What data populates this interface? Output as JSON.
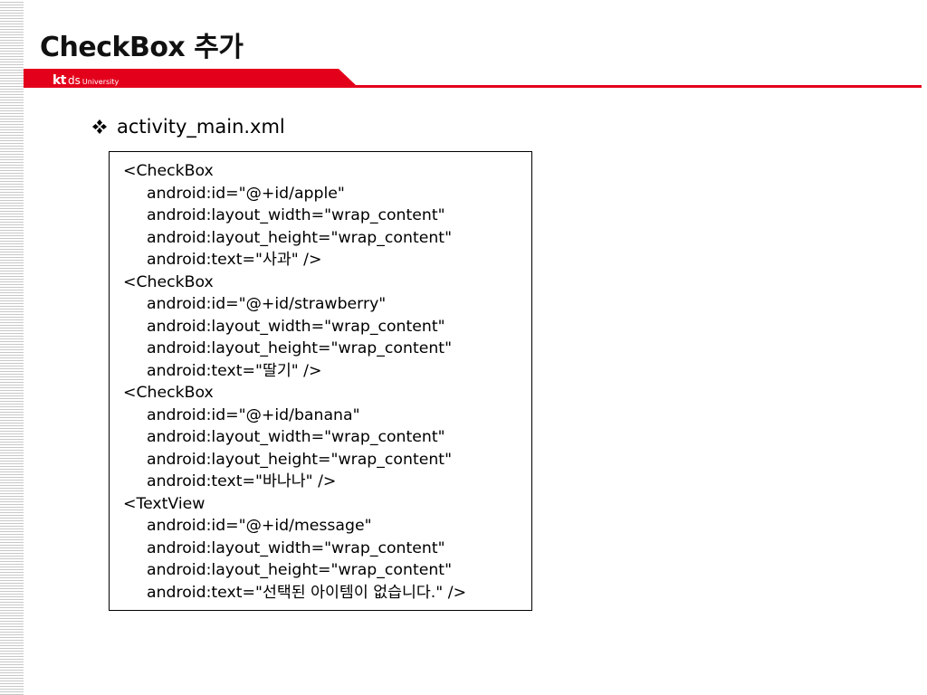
{
  "slide": {
    "title": "CheckBox 추가",
    "logo": {
      "kt": "kt",
      "ds": "ds",
      "university": "University"
    },
    "colors": {
      "brand_red": "#e3001b",
      "text": "#000000",
      "stripe": "#c8c8c8"
    },
    "bullet": {
      "icon": "diamond-bullet-icon",
      "text": "activity_main.xml"
    },
    "code_lines": [
      {
        "text": "<CheckBox",
        "indent": false
      },
      {
        "text": "android:id=\"@+id/apple\"",
        "indent": true
      },
      {
        "text": "android:layout_width=\"wrap_content\"",
        "indent": true
      },
      {
        "text": "android:layout_height=\"wrap_content\"",
        "indent": true
      },
      {
        "text": "android:text=\"사과\" />",
        "indent": true
      },
      {
        "text": "<CheckBox",
        "indent": false
      },
      {
        "text": "android:id=\"@+id/strawberry\"",
        "indent": true
      },
      {
        "text": "android:layout_width=\"wrap_content\"",
        "indent": true
      },
      {
        "text": "android:layout_height=\"wrap_content\"",
        "indent": true
      },
      {
        "text": "android:text=\"딸기\" />",
        "indent": true
      },
      {
        "text": "<CheckBox",
        "indent": false
      },
      {
        "text": "android:id=\"@+id/banana\"",
        "indent": true
      },
      {
        "text": "android:layout_width=\"wrap_content\"",
        "indent": true
      },
      {
        "text": "android:layout_height=\"wrap_content\"",
        "indent": true
      },
      {
        "text": "android:text=\"바나나\" />",
        "indent": true
      },
      {
        "text": "<TextView",
        "indent": false
      },
      {
        "text": "android:id=\"@+id/message\"",
        "indent": true
      },
      {
        "text": "android:layout_width=\"wrap_content\"",
        "indent": true
      },
      {
        "text": "android:layout_height=\"wrap_content\"",
        "indent": true
      },
      {
        "text": "android:text=\"선택된 아이템이 없습니다.\" />",
        "indent": true
      }
    ]
  }
}
